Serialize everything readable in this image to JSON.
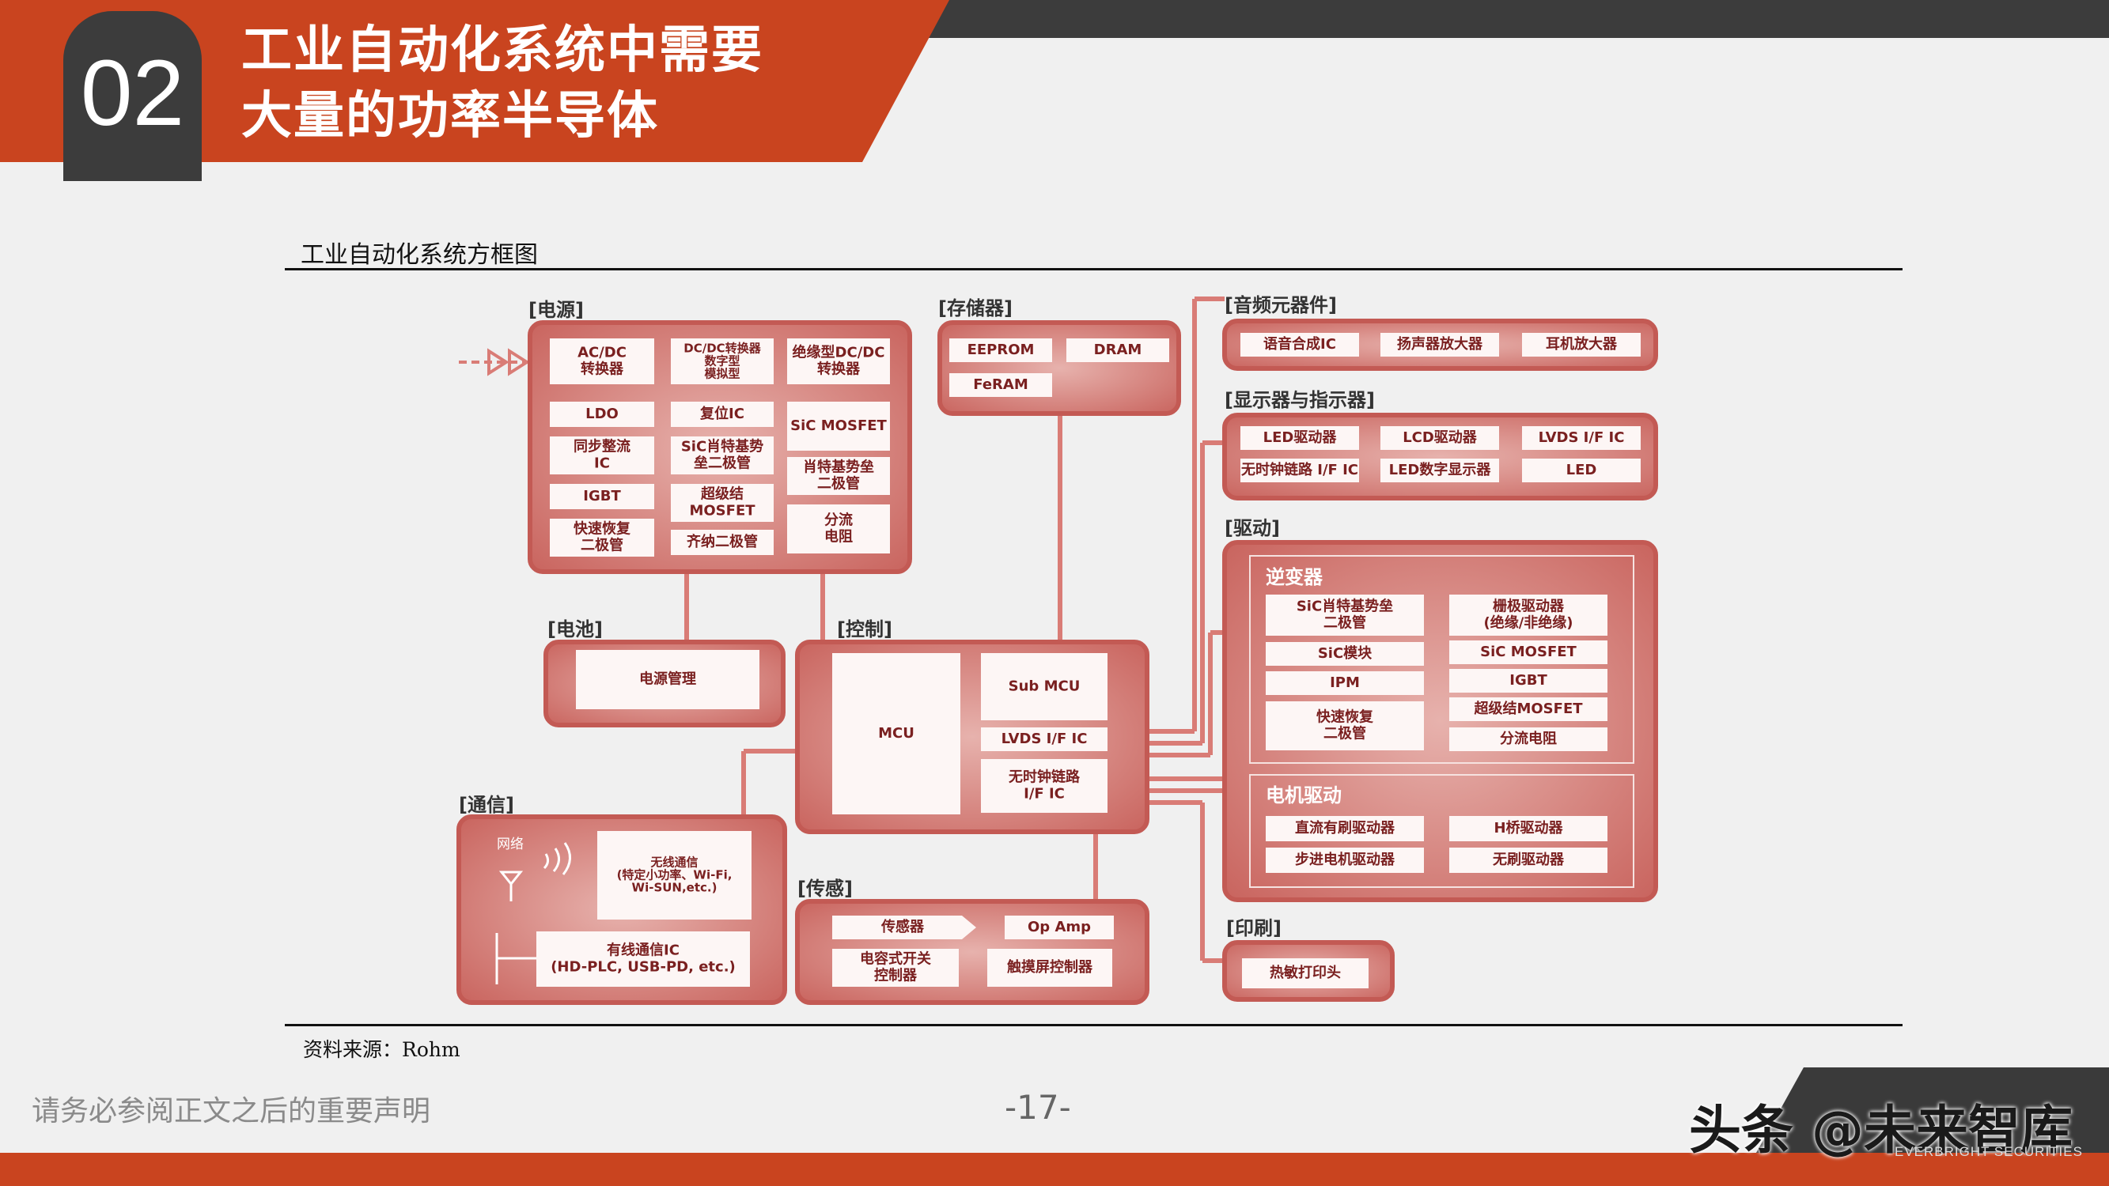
{
  "header": {
    "number": "02",
    "title_line1": "工业自动化系统中需要",
    "title_line2": "大量的功率半导体"
  },
  "caption": "工业自动化系统方框图",
  "source": "资料来源：Rohm",
  "footer": {
    "disclaimer": "请务必参阅正文之后的重要声明",
    "page": "-17-",
    "watermark": "头条 @未来智库",
    "watermark_sub": "EVERBRIGHT SECURITIES"
  },
  "colors": {
    "accent": "#c9441f",
    "dark": "#3c3c3c",
    "panel": "#cf7a74",
    "panel_border": "#c15d57",
    "box": "#fdf6f5"
  },
  "diagram": {
    "sections": {
      "power": "[电源]",
      "storage": "[存储器]",
      "audio": "[音频元器件]",
      "display": "[显示器与指示器]",
      "drive": "[驱动]",
      "battery": "[电池]",
      "control": "[控制]",
      "comm": "[通信]",
      "sensing": "[传感]",
      "print": "[印刷]"
    },
    "groups": {
      "inverter": "逆变器",
      "motor": "电机驱动"
    },
    "network_label": "网络",
    "boxes": {
      "acdc": [
        "AC/DC",
        "转换器"
      ],
      "dcdc": [
        "DC/DC转换器",
        "数字型",
        "模拟型"
      ],
      "iso_dcdc": [
        "绝缘型DC/DC",
        "转换器"
      ],
      "ldo": [
        "LDO"
      ],
      "reset_ic": [
        "复位IC"
      ],
      "sic_mosfet_p": [
        "SiC MOSFET"
      ],
      "sync_rect": [
        "同步整流",
        "IC"
      ],
      "sic_sbd": [
        "SiC肖特基势",
        "垒二极管"
      ],
      "sbd": [
        "肖特基势垒",
        "二极管"
      ],
      "igbt_p": [
        "IGBT"
      ],
      "super_mosfet": [
        "超级结",
        "MOSFET"
      ],
      "shunt_p": [
        "分流",
        "电阻"
      ],
      "frd_p": [
        "快速恢复",
        "二极管"
      ],
      "zener": [
        "齐纳二极管"
      ],
      "eeprom": [
        "EEPROM"
      ],
      "dram": [
        "DRAM"
      ],
      "feram": [
        "FeRAM"
      ],
      "voice_ic": [
        "语音合成IC"
      ],
      "speaker_amp": [
        "扬声器放大器"
      ],
      "hp_amp": [
        "耳机放大器"
      ],
      "led_drv": [
        "LED驱动器"
      ],
      "lcd_drv": [
        "LCD驱动器"
      ],
      "lvds_d": [
        "LVDS I/F IC"
      ],
      "clockless_d": [
        "无时钟链路 I/F IC"
      ],
      "led_num": [
        "LED数字显示器"
      ],
      "led": [
        "LED"
      ],
      "sic_sbd_d": [
        "SiC肖特基势垒",
        "二极管"
      ],
      "gate_drv": [
        "栅极驱动器",
        "(绝缘/非绝缘)"
      ],
      "sic_module": [
        "SiC模块"
      ],
      "sic_mosfet_d": [
        "SiC MOSFET"
      ],
      "ipm": [
        "IPM"
      ],
      "igbt_d": [
        "IGBT"
      ],
      "frd_d": [
        "快速恢复",
        "二极管"
      ],
      "super_mosfet_d": [
        "超级结MOSFET"
      ],
      "shunt_d": [
        "分流电阻"
      ],
      "dc_brush": [
        "直流有刷驱动器"
      ],
      "hbridge": [
        "H桥驱动器"
      ],
      "stepper": [
        "步进电机驱动器"
      ],
      "brushless": [
        "无刷驱动器"
      ],
      "power_mgmt": [
        "电源管理"
      ],
      "mcu": [
        "MCU"
      ],
      "sub_mcu": [
        "Sub MCU"
      ],
      "lvds_c": [
        "LVDS I/F IC"
      ],
      "clockless_c": [
        "无时钟链路",
        "I/F IC"
      ],
      "wireless": [
        "无线通信",
        "(特定小功率、Wi-Fi,",
        "Wi-SUN,etc.)"
      ],
      "wired": [
        "有线通信IC",
        "(HD-PLC, USB-PD, etc.)"
      ],
      "sensor": [
        "传感器"
      ],
      "opamp": [
        "Op Amp"
      ],
      "cap_switch": [
        "电容式开关",
        "控制器"
      ],
      "touch_ctrl": [
        "触摸屏控制器"
      ],
      "thermal_head": [
        "热敏打印头"
      ]
    }
  }
}
